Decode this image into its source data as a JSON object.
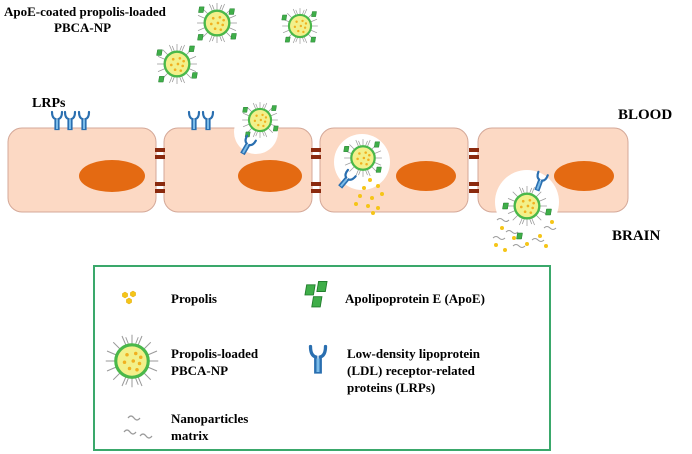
{
  "title": {
    "line1": "ApoE-coated propolis-loaded",
    "line2": "PBCA-NP"
  },
  "labels": {
    "lrps": "LRPs",
    "blood": "BLOOD",
    "brain": "BRAIN"
  },
  "legend": {
    "items": [
      {
        "icon": "propolis-icon",
        "lines": [
          "Propolis"
        ]
      },
      {
        "icon": "apoe-icon",
        "lines": [
          "Apolipoprotein E (ApoE)"
        ]
      },
      {
        "icon": "nanoparticle-icon",
        "lines": [
          "Propolis-loaded",
          "PBCA-NP"
        ]
      },
      {
        "icon": "lrp-receptor-icon",
        "lines": [
          "Low-density lipoprotein",
          "(LDL) receptor-related",
          "proteins  (LRPs)"
        ]
      },
      {
        "icon": "matrix-icon",
        "lines": [
          "Nanoparticles",
          "matrix"
        ]
      }
    ]
  },
  "colors": {
    "cell_fill": "#fcd9c4",
    "cell_stroke": "#d4a898",
    "nucleus": "#e46a12",
    "junction": "#8b2a0e",
    "np_core": "#f2f08a",
    "np_ring": "#4ab84a",
    "propolis": "#f5c518",
    "apoe": "#3fae49",
    "lrp": "#3d8ed0",
    "legend_border": "#3aa86b",
    "matrix": "#9a9a9a"
  }
}
